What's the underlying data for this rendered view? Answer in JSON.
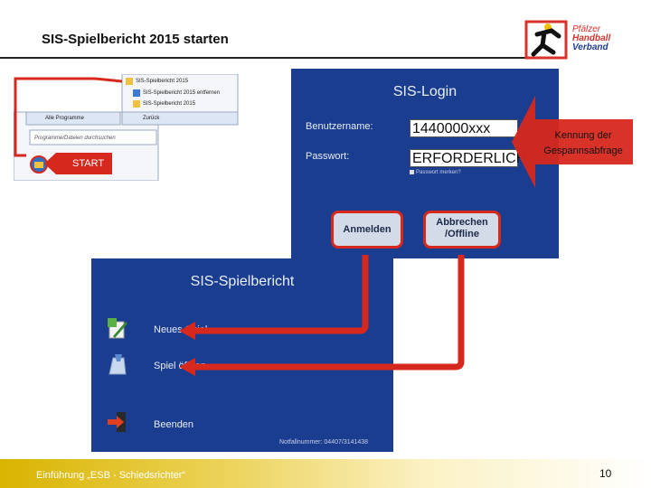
{
  "header": {
    "title": "SIS-Spielbericht 2015 starten"
  },
  "logo": {
    "line1": "Pfälzer",
    "line2": "Handball",
    "line3": "Verband"
  },
  "start_menu": {
    "item_sis_folder": "SIS-Spielbericht 2015",
    "item_sis_remove": "SIS-Spielbericht 2015 entfernen",
    "item_sis_app": "SIS-Spielbericht 2015",
    "all_programs": "Alle Programme",
    "back": "Zurück",
    "search_placeholder": "Programme/Dateien durchsuchen",
    "start_label": "START"
  },
  "login": {
    "title": "SIS-Login",
    "username_label": "Benutzername:",
    "username_value": "1440000xxx",
    "password_label": "Passwort:",
    "password_value": "ERFORDERLICH",
    "remember_label": "Passwort merken?",
    "login_button": "Anmelden",
    "cancel_button_line1": "Abbrechen",
    "cancel_button_line2": "/Offline"
  },
  "callout": {
    "line1": "Kennung der",
    "line2": "Gespannsabfrage"
  },
  "spielbericht": {
    "title": "SIS-Spielbericht",
    "new_game": "Neues Spiel",
    "open_game": "Spiel öffnen",
    "exit": "Beenden",
    "emergency_number": "Notfallnummer: 04407/3141438"
  },
  "footer": {
    "text": "Einführung „ESB - Schiedsrichter“",
    "page": "10"
  },
  "colors": {
    "panel_blue": "#1b3d90",
    "accent_red": "#d7281e",
    "footer_gold": "#d9b400"
  }
}
